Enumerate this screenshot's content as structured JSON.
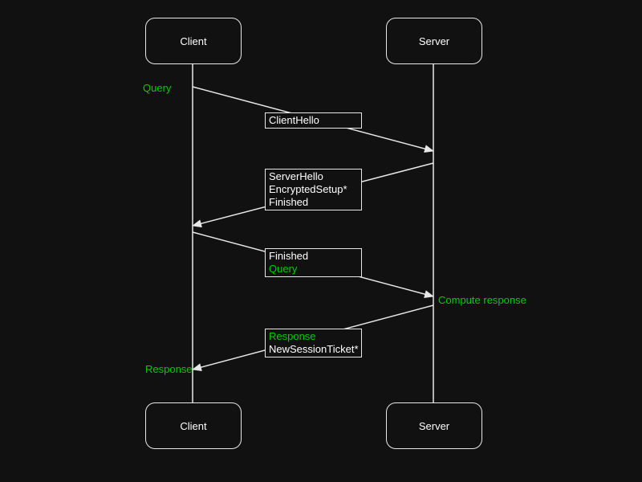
{
  "colors": {
    "bg": "#111111",
    "line": "#e8e8e8",
    "text": "#ffffff",
    "green": "#00cc00"
  },
  "actors": {
    "top_client": "Client",
    "top_server": "Server",
    "bottom_client": "Client",
    "bottom_server": "Server"
  },
  "side_labels": {
    "query": "Query",
    "compute_response": "Compute response",
    "response": "Response"
  },
  "messages": {
    "client_hello": {
      "lines": [
        "ClientHello"
      ]
    },
    "server_hello": {
      "lines": [
        "ServerHello",
        "EncryptedSetup*",
        "Finished"
      ]
    },
    "finished_query": {
      "lines": [
        "Finished",
        "Query"
      ]
    },
    "response_ticket": {
      "lines": [
        "Response",
        "NewSessionTicket*"
      ]
    }
  }
}
